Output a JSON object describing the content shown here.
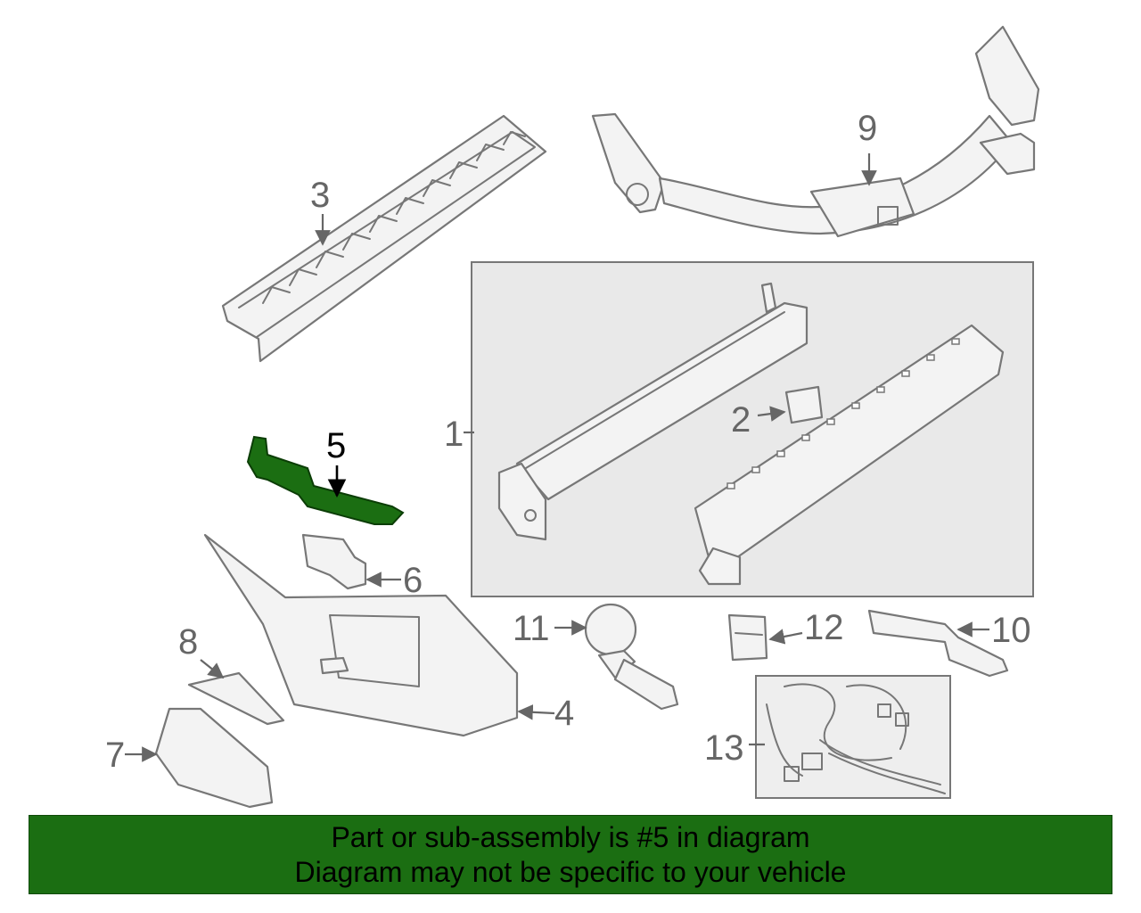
{
  "diagram": {
    "callouts": {
      "c1": "1",
      "c2": "2",
      "c3": "3",
      "c4": "4",
      "c5": "5",
      "c6": "6",
      "c7": "7",
      "c8": "8",
      "c9": "9",
      "c10": "10",
      "c11": "11",
      "c12": "12",
      "c13": "13"
    },
    "highlight_color": "#1b6e12",
    "line_color": "#777777"
  },
  "banner": {
    "line1": "Part or sub-assembly is #5 in diagram",
    "line2": "Diagram may not be specific to your vehicle",
    "background": "#1b6e12"
  }
}
